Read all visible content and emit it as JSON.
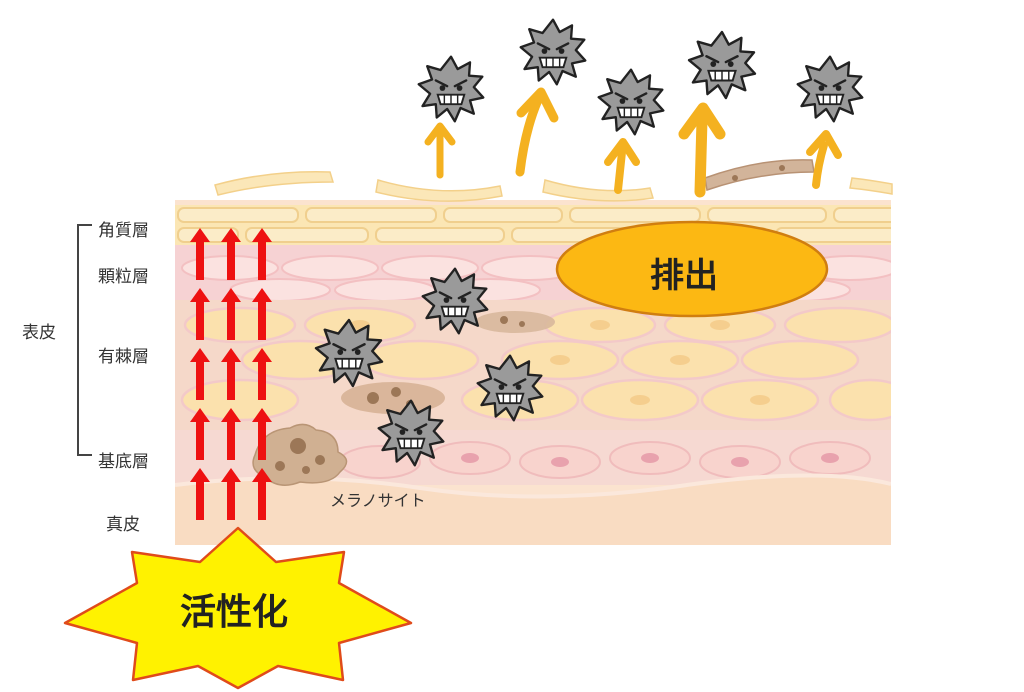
{
  "layers": {
    "stratum_corneum": "角質層",
    "stratum_granulosum": "顆粒層",
    "stratum_spinosum": "有棘層",
    "stratum_basale": "基底層",
    "dermis": "真皮"
  },
  "epidermis_label": "表皮",
  "melanocyte_label": "メラノサイト",
  "excretion_label": "排出",
  "activation_label": "活性化",
  "colors": {
    "arrow_red": "#ee1111",
    "arrow_orange": "#f4b120",
    "burst_yellow": "#fff200",
    "excretion_yellow": "#fcb813",
    "virus_gray": "#9a9a9a"
  },
  "icons": [
    "spiky-virus-icon",
    "melanocyte-icon",
    "up-arrow-icon",
    "burst-star-icon"
  ]
}
